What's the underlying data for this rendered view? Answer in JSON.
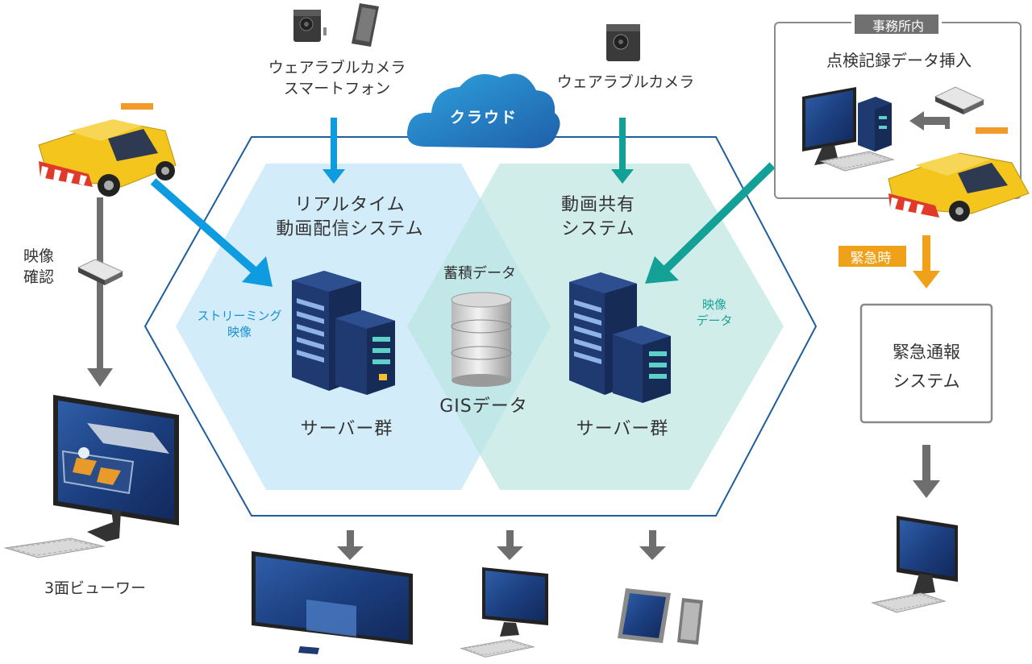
{
  "labels": {
    "cloud": "クラウド",
    "camera_phone": "ウェアラブルカメラ\nスマートフォン",
    "camera_only": "ウェアラブルカメラ",
    "office_tag": "事務所内",
    "inspection_insert": "点検記録データ挿入",
    "realtime_system": "リアルタイム\n動画配信システム",
    "video_share_system": "動画共有\nシステム",
    "stored_data": "蓄積データ",
    "gis_data": "GISデータ",
    "streaming_video": "ストリーミング\n映像",
    "video_data": "映像\nデータ",
    "server_group_left": "サーバー群",
    "server_group_right": "サーバー群",
    "video_check": "映像\n確認",
    "three_view": "3面ビューワー",
    "emergency_tag": "緊急時",
    "emergency_system": "緊急通報\nシステム"
  },
  "colors": {
    "blue_arrow": "#0e9be0",
    "teal_arrow": "#13a096",
    "orange_arrow": "#f0a11a",
    "gray_arrow": "#6e6e6e",
    "hex_outline": "#1f5d9c",
    "server": "#1f3a70"
  },
  "icons": [
    "truck-icon",
    "camera-icon",
    "smartphone-icon",
    "cloud-icon",
    "server-icon",
    "database-icon",
    "monitor-icon",
    "pc-tower-icon",
    "keyboard-icon",
    "router-icon",
    "tablet-icon",
    "video-wall-icon",
    "left-arrow-icon"
  ]
}
